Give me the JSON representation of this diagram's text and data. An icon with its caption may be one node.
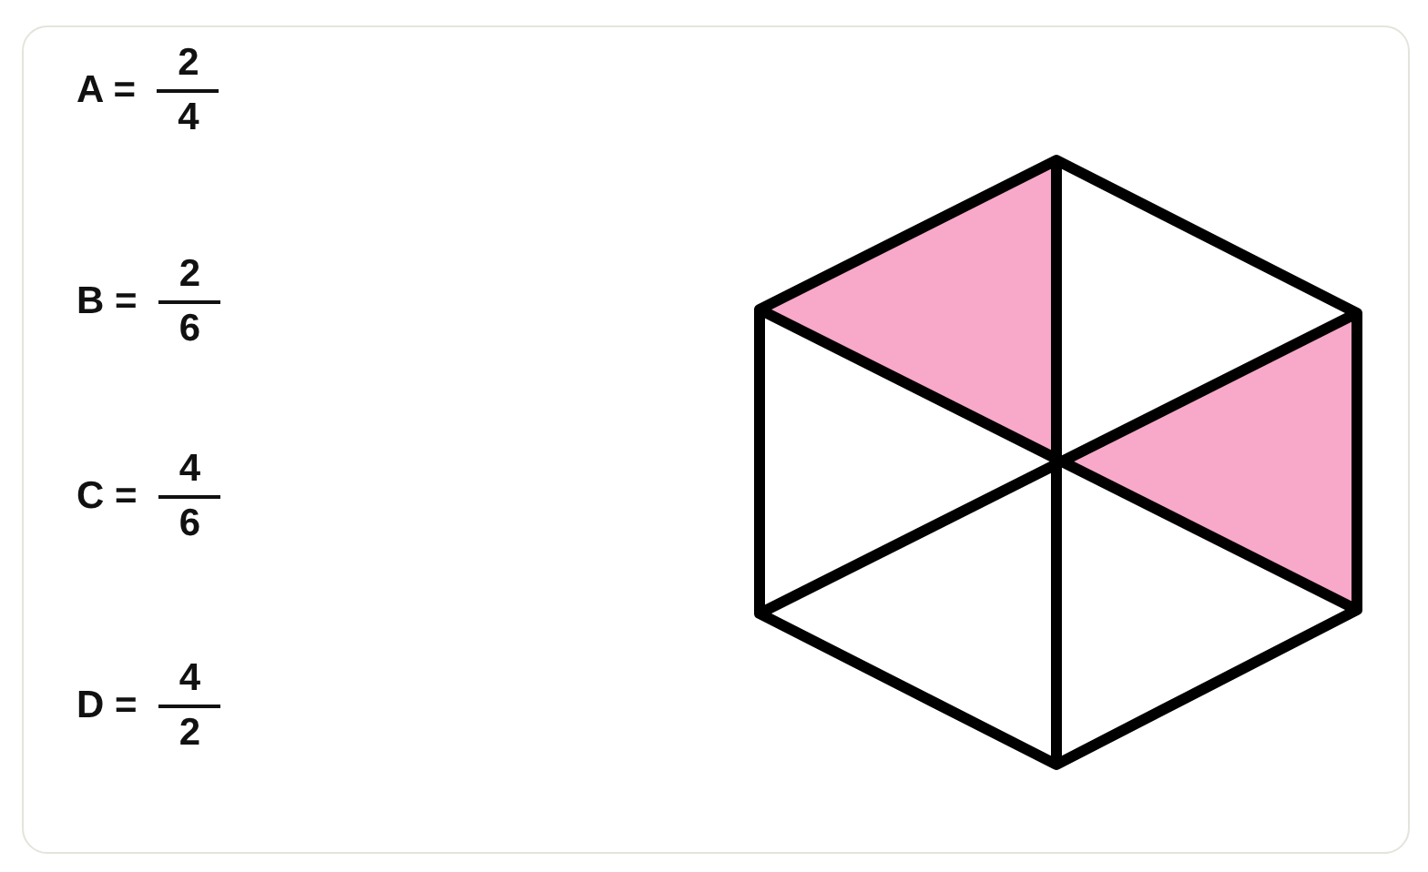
{
  "diagram": {
    "labels": [
      "A =",
      "2",
      "4",
      "B =",
      "2",
      "6",
      "C =",
      "4",
      "6",
      "D =",
      "4",
      "2"
    ]
  }
}
